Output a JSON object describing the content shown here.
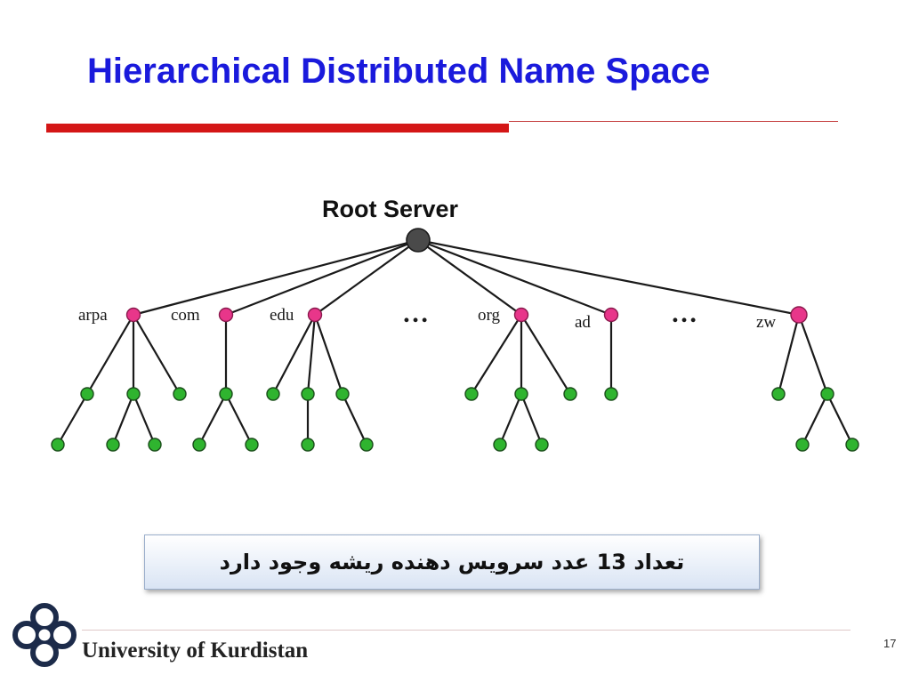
{
  "slide": {
    "title": "Hierarchical Distributed Name Space",
    "page_number": "17"
  },
  "tree": {
    "root_label": "Root Server",
    "tld_labels": [
      "arpa",
      "com",
      "edu",
      "org",
      "ad",
      "zw"
    ],
    "ellipsis": [
      "…",
      "…"
    ]
  },
  "note": {
    "text": "تعداد 13 عدد سرویس دهنده ریشه وجود دارد"
  },
  "footer": {
    "university": "University of Kurdistan"
  },
  "colors": {
    "title": "#1a1adc",
    "accent_rule": "#d41616",
    "tld_node": "#e8368a",
    "leaf_node": "#2fb42f",
    "root_node": "#4a4a4a"
  }
}
